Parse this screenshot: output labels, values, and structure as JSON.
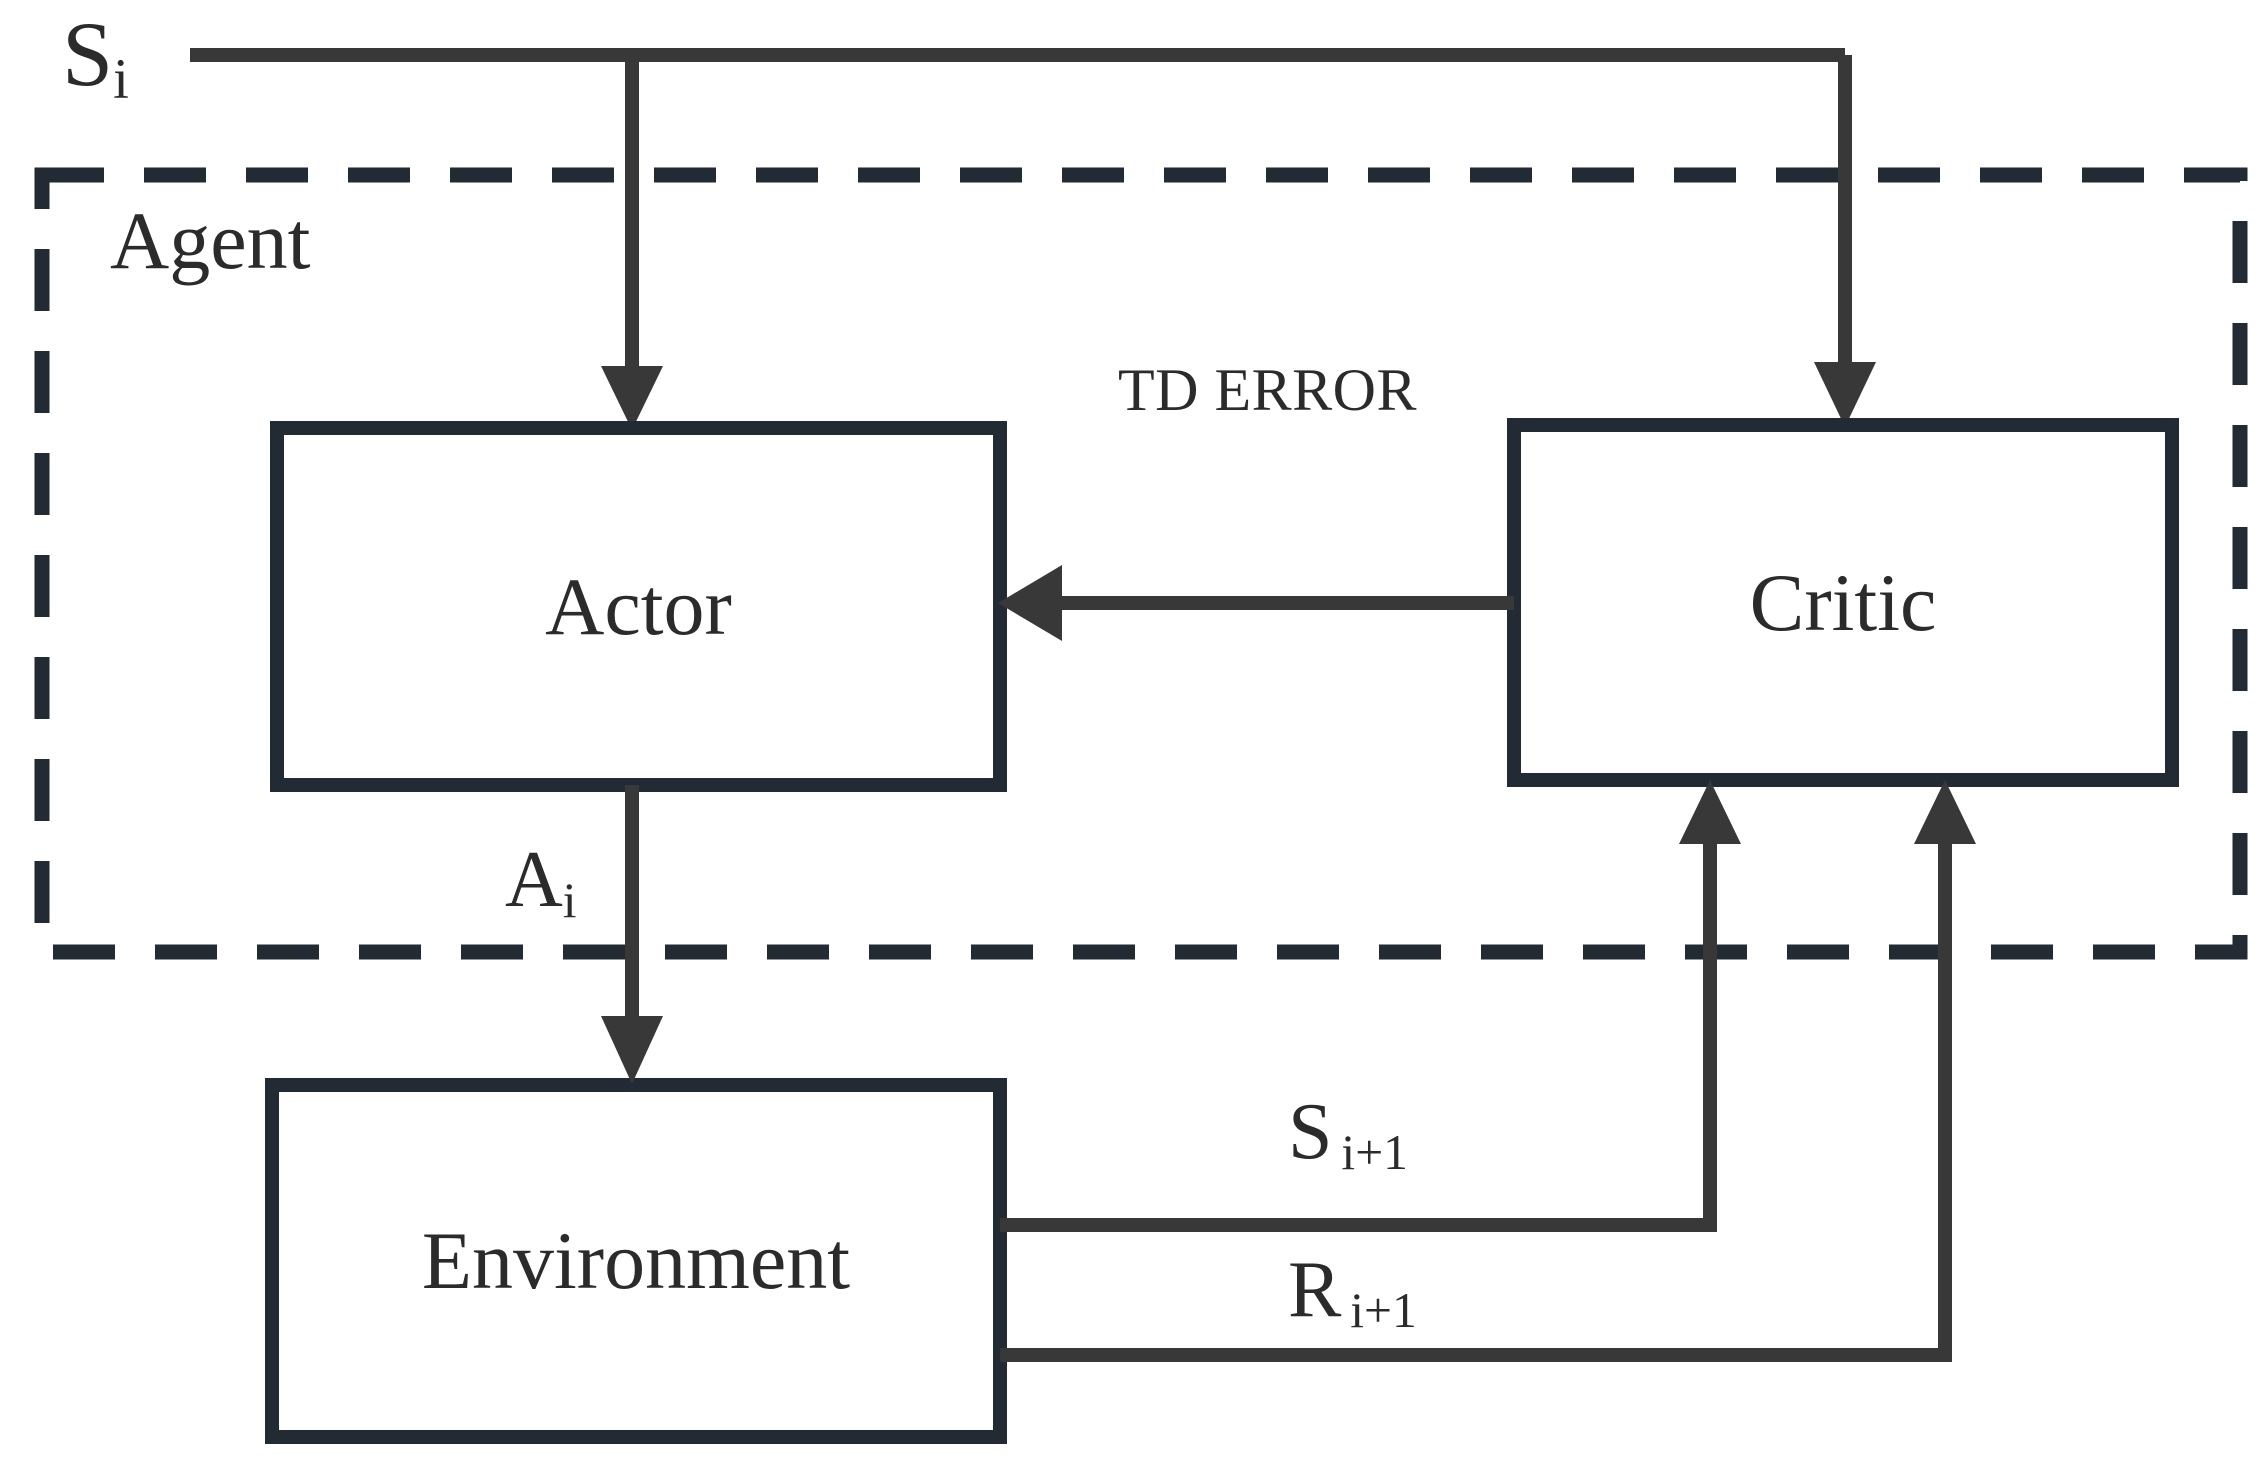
{
  "diagram": {
    "title": "Actor-Critic reinforcement learning block diagram",
    "colors": {
      "box_stroke": "#222a33",
      "arrow_stroke": "#383838",
      "dashed_stroke": "#222a33",
      "text": "#2b2b2b",
      "background": "#ffffff"
    },
    "boundary": {
      "label": "Agent",
      "style": "dashed"
    },
    "blocks": [
      {
        "id": "actor",
        "label": "Actor"
      },
      {
        "id": "critic",
        "label": "Critic"
      },
      {
        "id": "environment",
        "label": "Environment"
      }
    ],
    "signals": {
      "state_in": {
        "base": "S",
        "sub": "i",
        "full": "S i"
      },
      "action": {
        "base": "A",
        "sub": "i",
        "full": "A i"
      },
      "td_error": {
        "label": "TD ERROR"
      },
      "next_state": {
        "base": "S",
        "sub": "i+1",
        "full": "S i+1"
      },
      "reward": {
        "base": "R",
        "sub": "i+1",
        "full": "R i+1"
      }
    },
    "edges": [
      {
        "from": "state_in",
        "to": "actor",
        "label": "S i"
      },
      {
        "from": "state_in",
        "to": "critic",
        "label": "S i"
      },
      {
        "from": "critic",
        "to": "actor",
        "label": "TD ERROR"
      },
      {
        "from": "actor",
        "to": "environment",
        "label": "A i"
      },
      {
        "from": "environment",
        "to": "critic",
        "label": "S i+1"
      },
      {
        "from": "environment",
        "to": "critic",
        "label": "R i+1"
      }
    ]
  }
}
